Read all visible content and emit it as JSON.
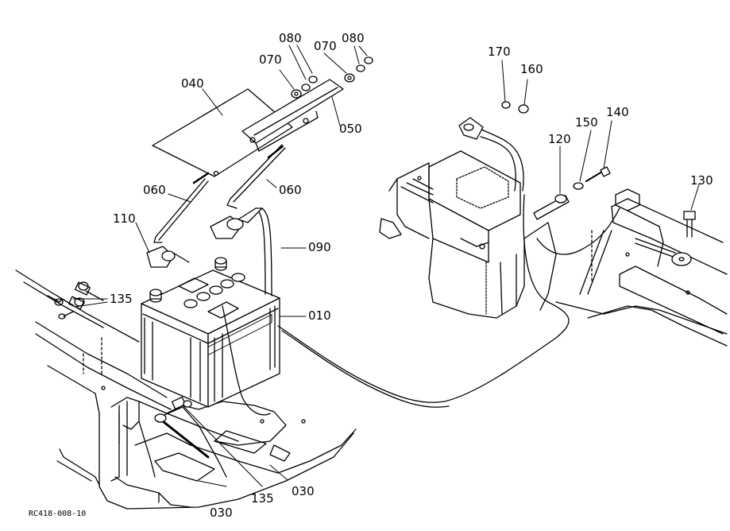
{
  "diagram": {
    "reference_code": "RC418-008-10",
    "callouts": [
      {
        "id": "080a",
        "text": "080"
      },
      {
        "id": "080b",
        "text": "080"
      },
      {
        "id": "070a",
        "text": "070"
      },
      {
        "id": "070b",
        "text": "070"
      },
      {
        "id": "040",
        "text": "040"
      },
      {
        "id": "050",
        "text": "050"
      },
      {
        "id": "060a",
        "text": "060"
      },
      {
        "id": "060b",
        "text": "060"
      },
      {
        "id": "110",
        "text": "110"
      },
      {
        "id": "090",
        "text": "090"
      },
      {
        "id": "135a",
        "text": "135"
      },
      {
        "id": "010",
        "text": "010"
      },
      {
        "id": "135b",
        "text": "135"
      },
      {
        "id": "030a",
        "text": "030"
      },
      {
        "id": "030b",
        "text": "030"
      },
      {
        "id": "170",
        "text": "170"
      },
      {
        "id": "160",
        "text": "160"
      },
      {
        "id": "150",
        "text": "150"
      },
      {
        "id": "140",
        "text": "140"
      },
      {
        "id": "120",
        "text": "120"
      },
      {
        "id": "130",
        "text": "130"
      }
    ]
  }
}
